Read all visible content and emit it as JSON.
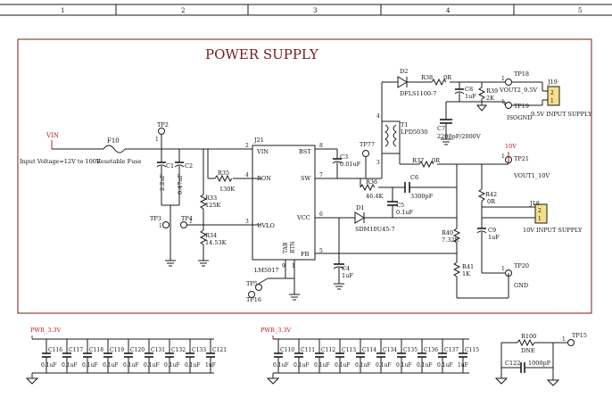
{
  "sheet": {
    "columns": [
      "1",
      "2",
      "3",
      "4",
      "5"
    ],
    "title": "POWER SUPPLY"
  },
  "nets": {
    "vin": "VIN",
    "vin_note": "Input Voltage=12V to 100V",
    "pwr33_a": "PWR_3.3V",
    "pwr33_b": "PWR_3.3V",
    "v10": "10V",
    "isognd": "ISOGND",
    "gnd": "GND",
    "vout2": "VOUT2_9.5V",
    "vout1": "VOUT1_10V"
  },
  "parts": {
    "F10": "F10",
    "fuse_note": "Resetable Fuse",
    "TP2": "TP2",
    "TP3": "TP3",
    "TP4": "TP4",
    "TP5": "TP5",
    "TP16": "TP16",
    "TP77": "TP77",
    "TP18": "TP18",
    "TP19": "TP19",
    "TP21": "TP21",
    "TP20": "TP20",
    "TP15": "TP15",
    "C1": "C1",
    "C1v": "2.2uF",
    "C2": "C2",
    "C2v": "0.47uF",
    "R35": "R35",
    "R35v": "130K",
    "R33": "R33",
    "R33v": "125K",
    "R34": "R34",
    "R34v": "14.53K",
    "J21": "J21",
    "U_part": "LM5017",
    "pin_vin": "VIN",
    "pin_ron": "RON",
    "pin_uvlo": "UVLO",
    "pin_bst": "BST",
    "pin_sw": "SW",
    "pin_vcc": "VCC",
    "pin_fb": "FB",
    "pin_tab": "TAB",
    "pin_rtn": "RTN",
    "C3": "C3",
    "C3v": "0.01uF",
    "C4": "C4",
    "C4v": "1uF",
    "R36": "R36",
    "R36v": "46.4K",
    "C6": "C6",
    "C6v": "3300pF",
    "C5": "C5",
    "C5v": "0.1uF",
    "D1": "D1",
    "D1v": "SDM10U45-7",
    "D2": "D2",
    "D2v": "DFLS1100-7",
    "T1": "T1",
    "T1v": "LPD5030",
    "R38": "R38",
    "R38v": "0R",
    "C8": "C8",
    "C8v": "1uF",
    "R39": "R39",
    "R39v": "2K",
    "C7": "C7",
    "C7v": "2200pF/2000V",
    "R37": "R37",
    "R37v": "0R",
    "R42": "R42",
    "R42v": "0R",
    "R40": "R40",
    "R40v": "7.32K",
    "R41": "R41",
    "R41v": "1K",
    "C9": "C9",
    "C9v": "1uF",
    "J19": "J19",
    "J19note": "9.5V INPUT SUPPLY",
    "J18": "J18",
    "J18note": "10V INPUT SUPPLY",
    "R100": "R100",
    "R100v": "DNE",
    "C122": "C122",
    "C122v": "1000pF"
  },
  "pins": {
    "p1": "1",
    "p2": "2",
    "p3": "3",
    "p4": "4",
    "p5": "5",
    "p6": "6",
    "p7": "7",
    "p8": "8",
    "p9": "9"
  },
  "decoupling_left": [
    {
      "ref": "C116",
      "val": "0.1uF"
    },
    {
      "ref": "C117",
      "val": "0.1uF"
    },
    {
      "ref": "C118",
      "val": "0.1uF"
    },
    {
      "ref": "C119",
      "val": "0.1uF"
    },
    {
      "ref": "C120",
      "val": "0.1uF"
    },
    {
      "ref": "C131",
      "val": "0.1uF"
    },
    {
      "ref": "C132",
      "val": "0.1uF"
    },
    {
      "ref": "C133",
      "val": "0.1uF"
    },
    {
      "ref": "C121",
      "val": "1uF"
    }
  ],
  "decoupling_right": [
    {
      "ref": "C110",
      "val": "0.1uF"
    },
    {
      "ref": "C111",
      "val": "0.1uF"
    },
    {
      "ref": "C112",
      "val": "0.1uF"
    },
    {
      "ref": "C113",
      "val": "0.1uF"
    },
    {
      "ref": "C114",
      "val": "0.1uF"
    },
    {
      "ref": "C134",
      "val": "0.1uF"
    },
    {
      "ref": "C135",
      "val": "0.1uF"
    },
    {
      "ref": "C136",
      "val": "0.1uF"
    },
    {
      "ref": "C137",
      "val": "0.1uF"
    },
    {
      "ref": "C115",
      "val": "1uF"
    }
  ],
  "colors": {
    "frame": "#7a1a1a",
    "net_label": "#b22222",
    "connector": "#f5e08a",
    "wire": "#1a1a1a"
  }
}
